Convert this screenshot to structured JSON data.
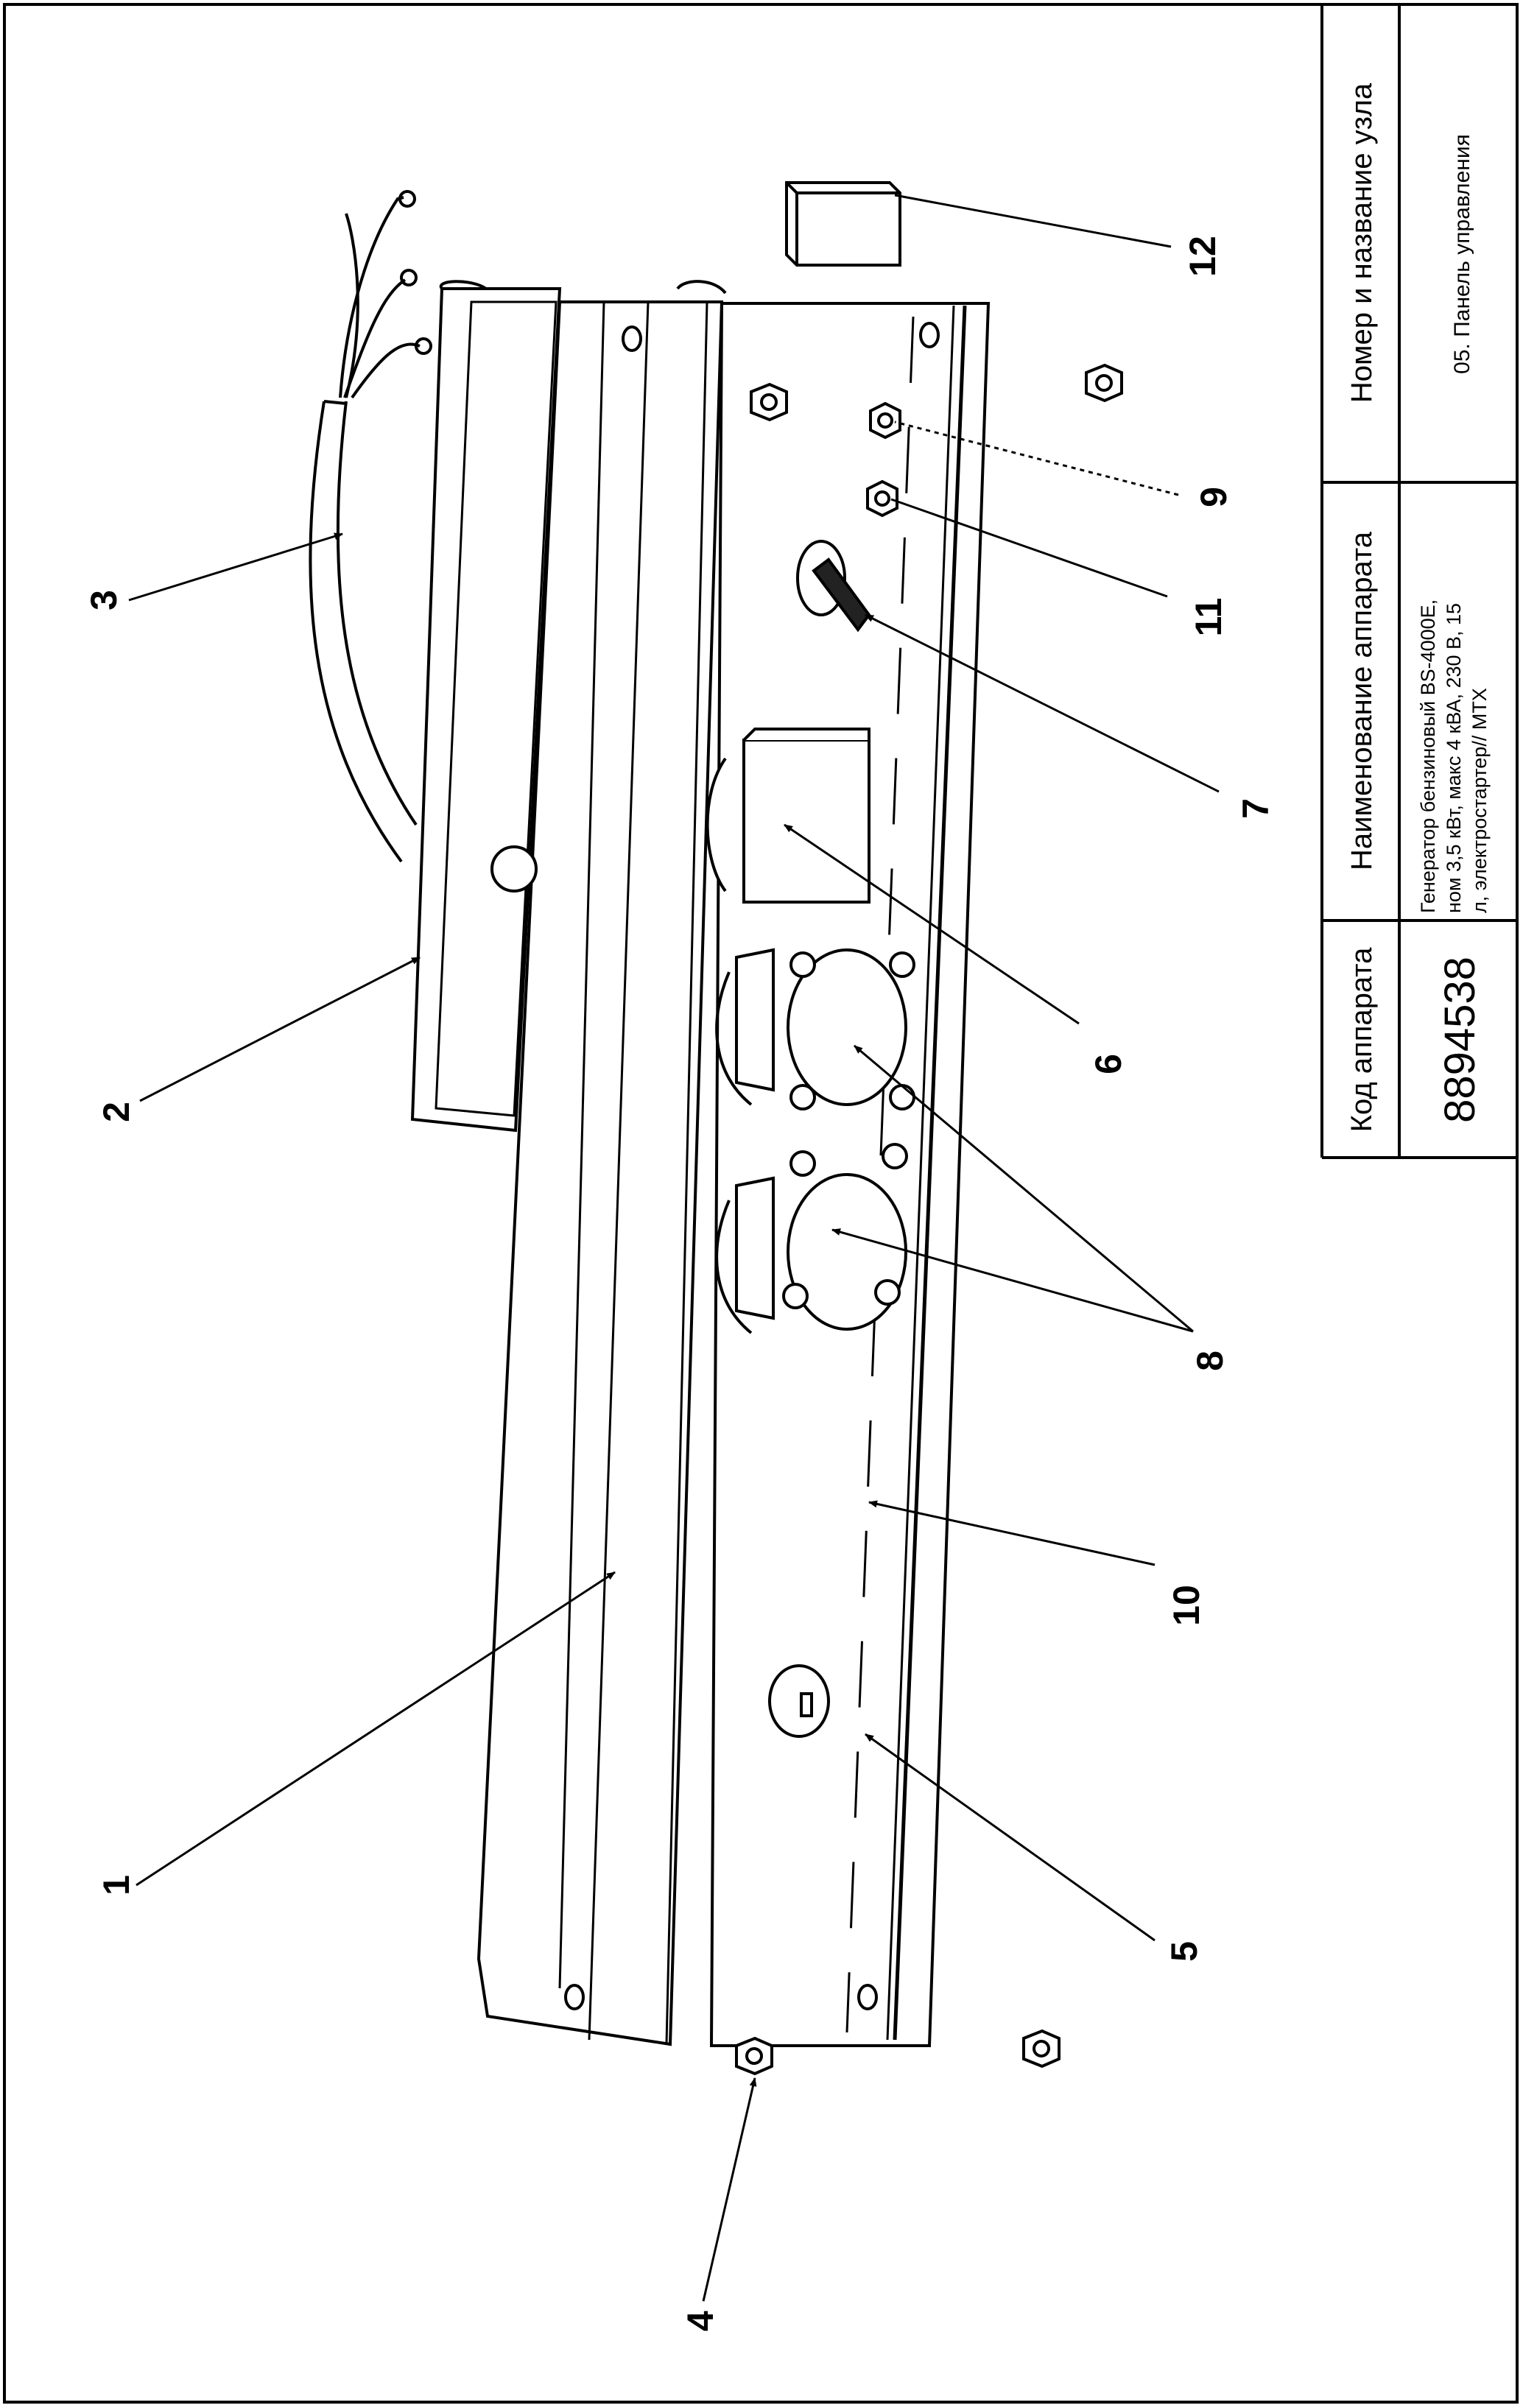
{
  "title_block": {
    "code_header": "Код аппарата",
    "code_value": "8894538",
    "name_header": "Наименование аппарата",
    "name_lines": [
      "Генератор бензиновый BS-4000E,",
      "ном 3,5 кВт, макс 4 кВА, 230 В, 15",
      "л, электростартер// MTX"
    ],
    "node_header": "Номер и название узла",
    "node_value": "05. Панель управления"
  },
  "callouts": [
    "1",
    "2",
    "3",
    "4",
    "5",
    "6",
    "7",
    "8",
    "9",
    "10",
    "11",
    "12"
  ]
}
